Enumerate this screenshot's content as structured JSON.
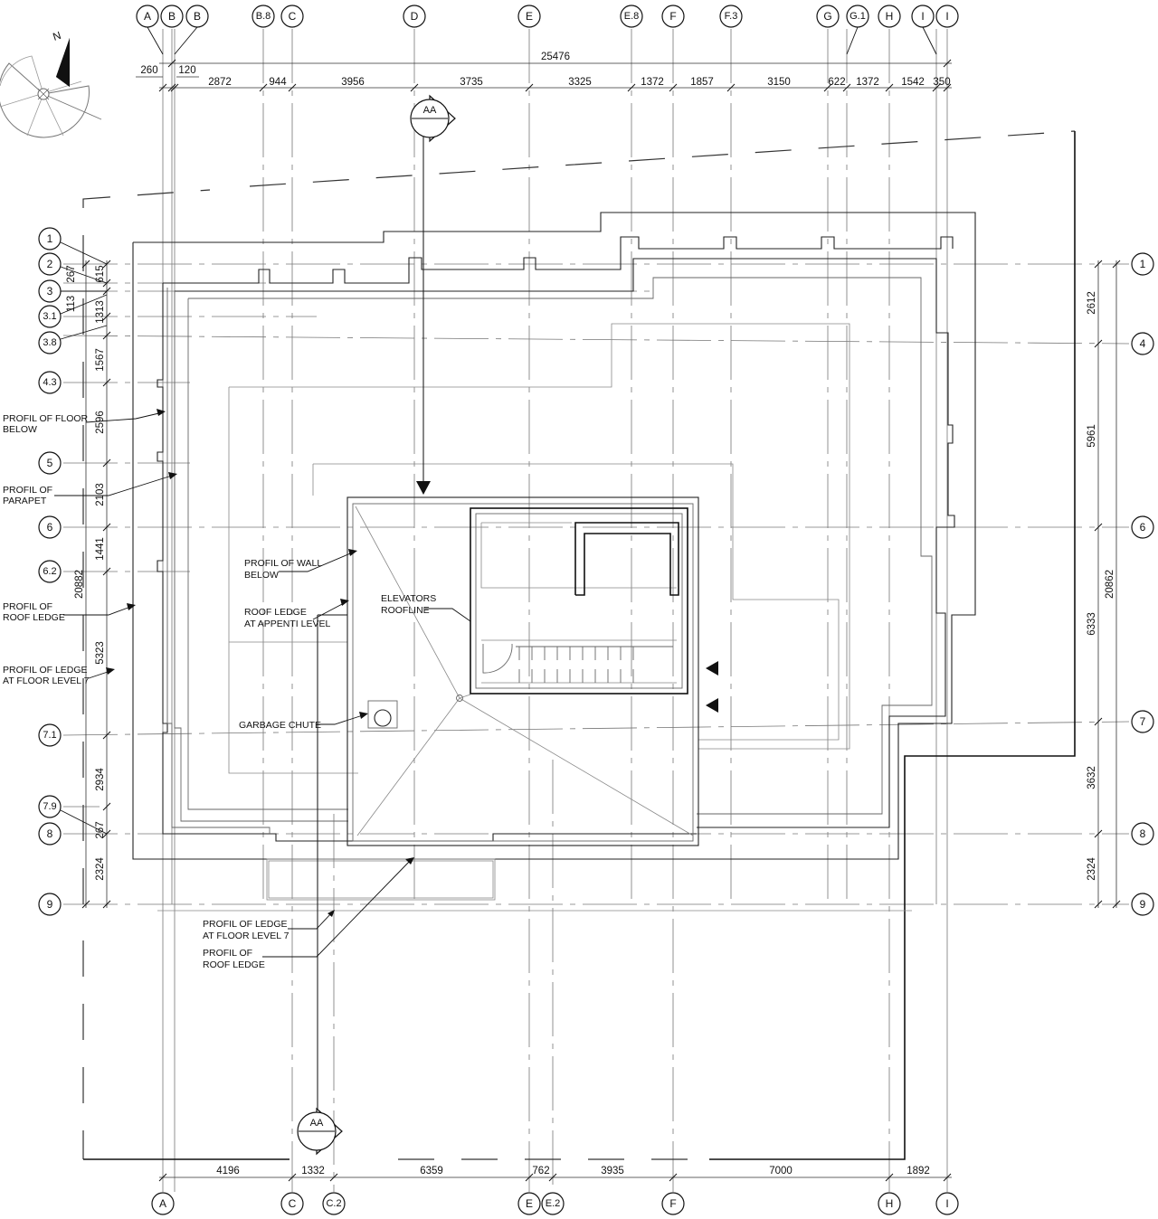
{
  "grid_top": [
    {
      "id": "a",
      "label": "A"
    },
    {
      "id": "b1",
      "label": "B"
    },
    {
      "id": "b2",
      "label": "B"
    },
    {
      "id": "b8",
      "label": "B.8"
    },
    {
      "id": "c",
      "label": "C"
    },
    {
      "id": "d",
      "label": "D"
    },
    {
      "id": "e",
      "label": "E"
    },
    {
      "id": "e8",
      "label": "E.8"
    },
    {
      "id": "f",
      "label": "F"
    },
    {
      "id": "f3",
      "label": "F.3"
    },
    {
      "id": "g",
      "label": "G"
    },
    {
      "id": "g1",
      "label": "G.1"
    },
    {
      "id": "h",
      "label": "H"
    },
    {
      "id": "i1",
      "label": "I"
    },
    {
      "id": "i2",
      "label": "I"
    }
  ],
  "grid_bottom": [
    {
      "id": "a",
      "label": "A"
    },
    {
      "id": "c",
      "label": "C"
    },
    {
      "id": "c2",
      "label": "C.2"
    },
    {
      "id": "e",
      "label": "E"
    },
    {
      "id": "e2",
      "label": "E.2"
    },
    {
      "id": "f",
      "label": "F"
    },
    {
      "id": "h",
      "label": "H"
    },
    {
      "id": "i",
      "label": "I"
    }
  ],
  "grid_left": [
    {
      "id": "r1",
      "label": "1"
    },
    {
      "id": "r2",
      "label": "2"
    },
    {
      "id": "r3",
      "label": "3"
    },
    {
      "id": "r31",
      "label": "3.1"
    },
    {
      "id": "r38",
      "label": "3.8"
    },
    {
      "id": "r43",
      "label": "4.3"
    },
    {
      "id": "r5",
      "label": "5"
    },
    {
      "id": "r6",
      "label": "6"
    },
    {
      "id": "r62",
      "label": "6.2"
    },
    {
      "id": "r71",
      "label": "7.1"
    },
    {
      "id": "r79",
      "label": "7.9"
    },
    {
      "id": "r8",
      "label": "8"
    },
    {
      "id": "r9",
      "label": "9"
    }
  ],
  "grid_right": [
    {
      "id": "r1",
      "label": "1"
    },
    {
      "id": "r4",
      "label": "4"
    },
    {
      "id": "r6",
      "label": "6"
    },
    {
      "id": "r7",
      "label": "7"
    },
    {
      "id": "r8",
      "label": "8"
    },
    {
      "id": "r9",
      "label": "9"
    }
  ],
  "dims": {
    "overall_top": "25476",
    "top_a": [
      "260",
      "120"
    ],
    "top_chain": [
      "2872",
      "944",
      "3956",
      "3735",
      "3325",
      "1372",
      "1857",
      "3150",
      "622",
      "1372",
      "1542",
      "350"
    ],
    "bottom_chain": [
      "4196",
      "1332",
      "6359",
      "762",
      "3935",
      "7000",
      "1892"
    ],
    "left_chain": [
      "267",
      "615",
      "113",
      "1313",
      "1567",
      "2596",
      "2103",
      "1441",
      "5323",
      "2934",
      "267",
      "2324"
    ],
    "left_overall": "20882",
    "right_chain": [
      "2612",
      "5961",
      "6333",
      "3632",
      "2324"
    ],
    "right_overall": "20862"
  },
  "section_marker": {
    "label": "AA"
  },
  "north": {
    "label": "N"
  },
  "notes": {
    "floor_below": [
      "PROFIL OF FLOOR",
      "BELOW"
    ],
    "parapet": [
      "PROFIL OF",
      "PARAPET"
    ],
    "roof_ledge_left": [
      "PROFIL OF",
      "ROOF LEDGE"
    ],
    "ledge_l7_left": [
      "PROFIL OF LEDGE",
      "AT FLOOR LEVEL 7"
    ],
    "wall_below": [
      "PROFIL OF WALL",
      "BELOW"
    ],
    "ledge_appenti": [
      "ROOF LEDGE",
      "AT APPENTI LEVEL"
    ],
    "elevators": [
      "ELEVATORS",
      "ROOFLINE"
    ],
    "garbage": "GARBAGE CHUTE",
    "ledge_l7_bottom": [
      "PROFIL OF LEDGE",
      "AT FLOOR LEVEL 7"
    ],
    "roof_ledge_bottom": [
      "PROFIL OF",
      "ROOF LEDGE"
    ]
  }
}
